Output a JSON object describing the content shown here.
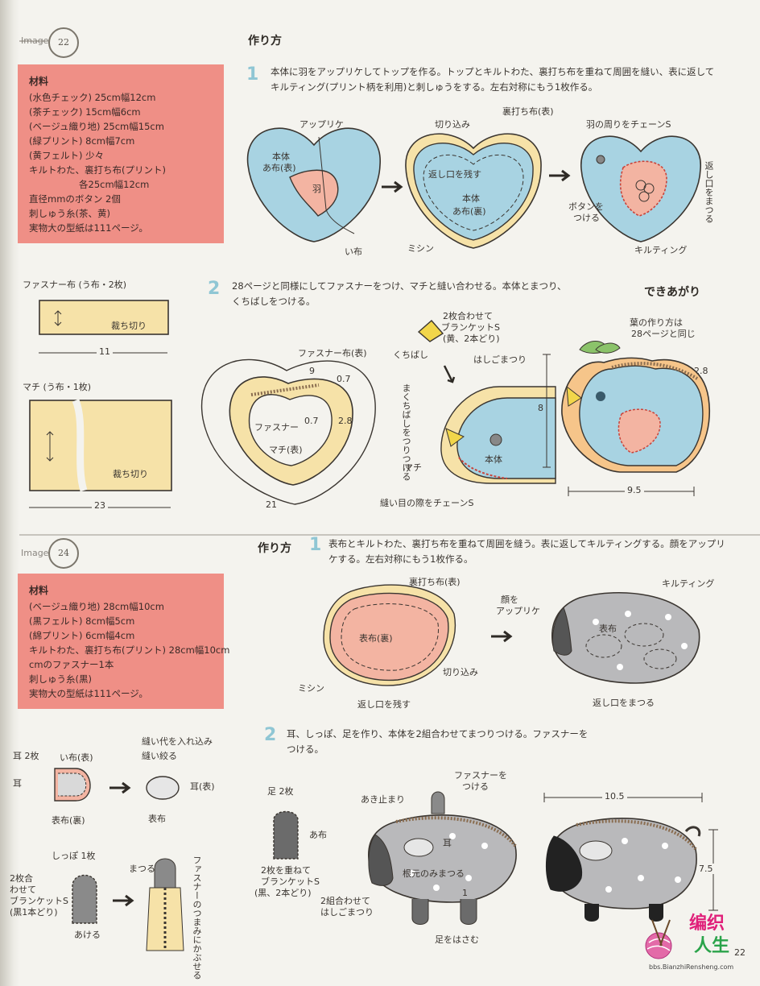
{
  "project22": {
    "badge": "22",
    "side_label": "Image",
    "materials": {
      "heading": "材料",
      "rows": [
        "(水色チェック) 25cm幅12cm",
        "(茶チェック) 15cm幅6cm",
        "(ベージュ織り地) 25cm幅15cm",
        "(緑プリント) 8cm幅7cm",
        "(黄フェルト) 少々",
        "キルトわた、裏打ち布(プリント)",
        "各25cm幅12cm",
        "直径mmのボタン 2個",
        "刺しゅう糸(茶、黄)",
        "実物大の型紙は111ページ。"
      ]
    },
    "heading": "作り方",
    "step1": {
      "num": "1",
      "text": "本体に羽をアップリケしてトップを作る。トップとキルトわた、裏打ち布を重ねて周囲を縫い、表に返してキルティング(プリント柄を利用)と刺しゅうをする。左右対称にもう1枚作る。"
    },
    "step1_labels": {
      "applique": "アップリケ",
      "body_a": "本体",
      "body_a2": "あ布(表)",
      "wing": "羽",
      "i_cloth": "い布",
      "cut": "切り込み",
      "backing": "裏打ち布(表)",
      "leave_opening": "返し口を残す",
      "body_b": "本体",
      "body_b2": "あ布(裏)",
      "sewing": "ミシン",
      "chain_wing": "羽の周りをチェーンS",
      "button_attach": "ボタンを",
      "button_attach2": "つける",
      "close_opening": "返し口をまつる",
      "quilting": "キルティング"
    },
    "zipper_cloth": {
      "title": "ファスナー布 (う布・2枚)",
      "cut_label": "裁ち切り",
      "dim_width": "11"
    },
    "gusset": {
      "title": "マチ (う布・1枚)",
      "cut_label": "裁ち切り",
      "dim_width": "23"
    },
    "step2": {
      "num": "2",
      "text": "28ページと同様にしてファスナーをつけ、マチと縫い合わせる。本体とまつり、くちばしをつける。"
    },
    "step2_labels": {
      "zipper_cloth_front": "ファスナー布(表)",
      "zipper": "ファスナー",
      "gusset_front": "マチ(表)",
      "d9": "9",
      "d07a": "0.7",
      "d07b": "0.7",
      "d28": "2.8",
      "d21": "21",
      "beak_note1": "2枚合わせて",
      "beak_note2": "ブランケットS",
      "beak_note3": "(黄、2本どり)",
      "beak": "くちばし",
      "ladder": "はしごまつり",
      "beak_attach": "まくちばしをつりつける",
      "gusset": "マチ",
      "body": "本体",
      "chain_edge": "縫い目の際をチェーンS",
      "d8": "8"
    },
    "finished": {
      "title": "できあがり",
      "leaf_note1": "葉の作り方は",
      "leaf_note2": "28ページと同じ",
      "d28": "2.8",
      "d95": "9.5"
    },
    "project24": {
      "badge": "24",
      "side_label": "Image",
      "materials": {
        "heading": "材料",
        "rows": [
          "(ベージュ織り地) 28cm幅10cm",
          "(黒フェルト) 8cm幅5cm",
          "(綿プリント) 6cm幅4cm",
          "キルトわた、裏打ち布(プリント) 28cm幅10cm",
          "cmのファスナー1本",
          "刺しゅう糸(黒)",
          "実物大の型紙は111ページ。"
        ]
      },
      "heading": "作り方",
      "step1": {
        "num": "1",
        "text": "表布とキルトわた、裏打ち布を重ねて周囲を縫う。表に返してキルティングする。顔をアップリケする。左右対称にもう1枚作る。"
      },
      "step1_labels": {
        "backing": "裏打ち布(表)",
        "outer_back": "表布(裏)",
        "cut": "切り込み",
        "sewing": "ミシン",
        "leave_opening": "返し口を残す",
        "face_applique1": "顔を",
        "face_applique2": "アップリケ",
        "outer": "表布",
        "quilting": "キルティング",
        "close_opening": "返し口をまつる"
      },
      "step2": {
        "num": "2",
        "text": "耳、しっぽ、足を作り、本体を2組合わせてまつりつける。ファスナーをつける。"
      },
      "ear": {
        "title": "耳 2枚",
        "i_front": "い布(表)",
        "seam_in": "縫い代を入れ込み",
        "gather": "縫い絞る",
        "ear_front": "耳(表)",
        "ear": "耳",
        "outer_back": "表布(裏)",
        "outer": "表布"
      },
      "tail": {
        "title": "しっぽ 1枚",
        "side1": "2枚合",
        "side2": "わせて",
        "side3": "ブランケットS",
        "side4": "(黒1本どり)",
        "sew_close": "まつる",
        "open": "あける",
        "zip_cover": "ファスナーのつまみにかぶせる"
      },
      "foot": {
        "title": "足 2枚",
        "a_cloth": "あ布",
        "note1": "2枚を重ねて",
        "note2": "ブランケットS",
        "note3": "(黒、2本どり)"
      },
      "assembly": {
        "stop": "あき止まり",
        "zipper1": "ファスナーを",
        "zipper2": "つける",
        "ear": "耳",
        "root_sew": "根元のみまつる",
        "two_sets1": "2組合わせて",
        "two_sets2": "はしごまつり",
        "one": "1",
        "feet": "足をはさむ"
      },
      "final": {
        "d105": "10.5",
        "d75": "7.5"
      }
    }
  },
  "footer": {
    "logo1": "编织",
    "logo2": "人生",
    "url": "bbs.BianzhiRensheng.com",
    "page": "22"
  },
  "colors": {
    "materials_bg": "#ef8f86",
    "light_blue": "#a8d3e2",
    "peach": "#f3b4a2",
    "beige": "#f6e2a8",
    "gray": "#b9b9bb",
    "step_blue": "#8fc6d4"
  }
}
